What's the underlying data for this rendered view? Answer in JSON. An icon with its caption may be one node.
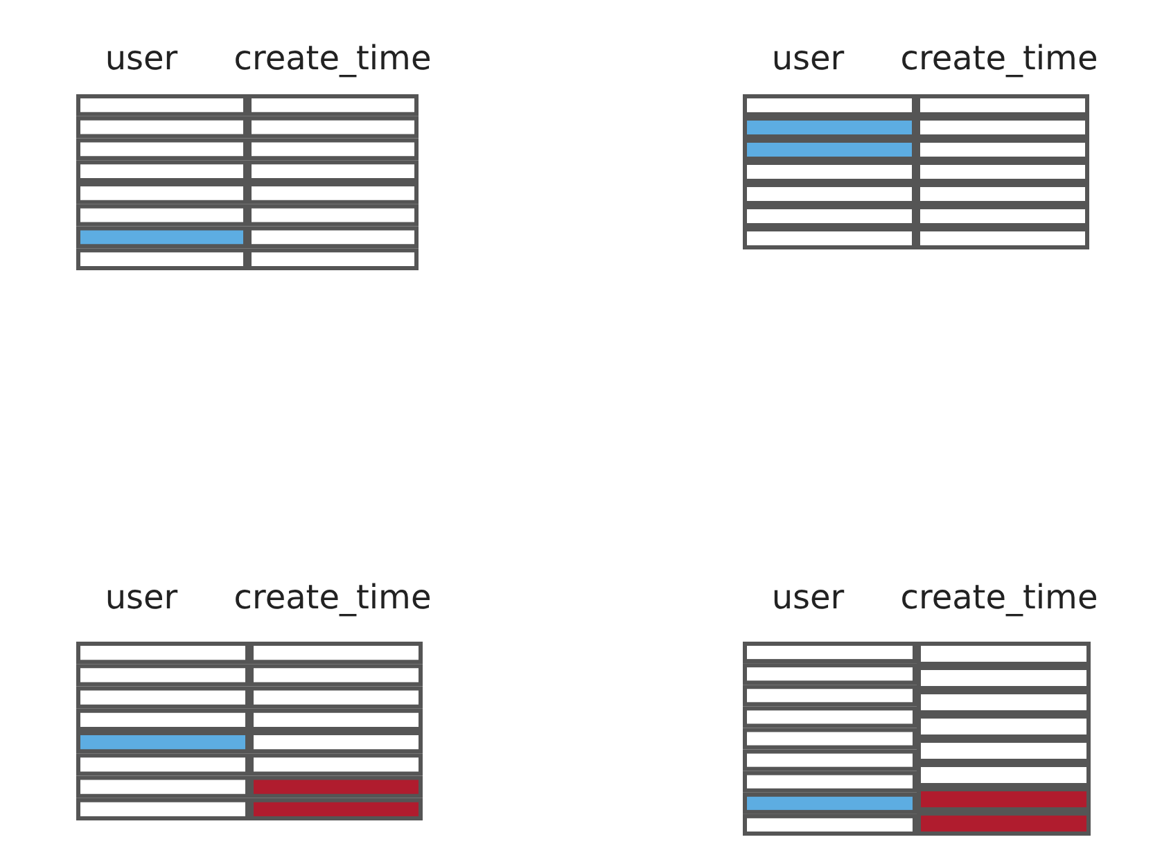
{
  "diagram": {
    "labels": [
      "user",
      "create_time",
      "user",
      "create_time",
      "user",
      "create_time",
      "user",
      "create_time"
    ]
  }
}
